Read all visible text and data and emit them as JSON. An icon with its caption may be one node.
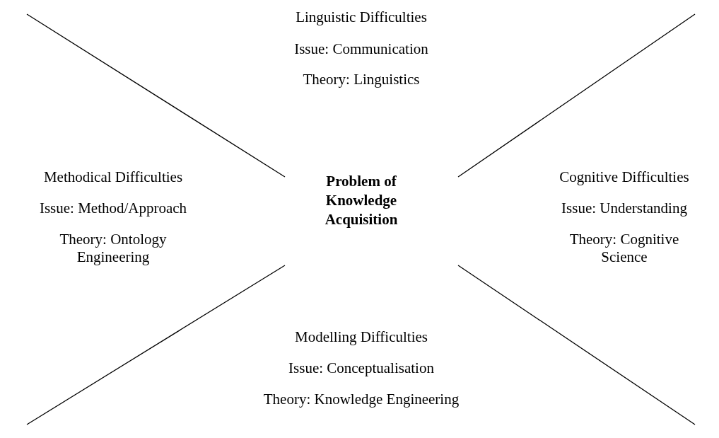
{
  "diagram": {
    "labels": [
      "Linguistic Difficulties",
      "Issue: Communication",
      "Theory: Linguistics",
      "Methodical Difficulties",
      "Issue: Method/Approach",
      "Theory: Ontology Engineering",
      "Problem of Knowledge Acquisition",
      "Cognitive Difficulties",
      "Issue: Understanding",
      "Theory: Cognitive Science",
      "Modelling Difficulties",
      "Issue: Conceptualisation",
      "Theory: Knowledge Engineering"
    ]
  }
}
